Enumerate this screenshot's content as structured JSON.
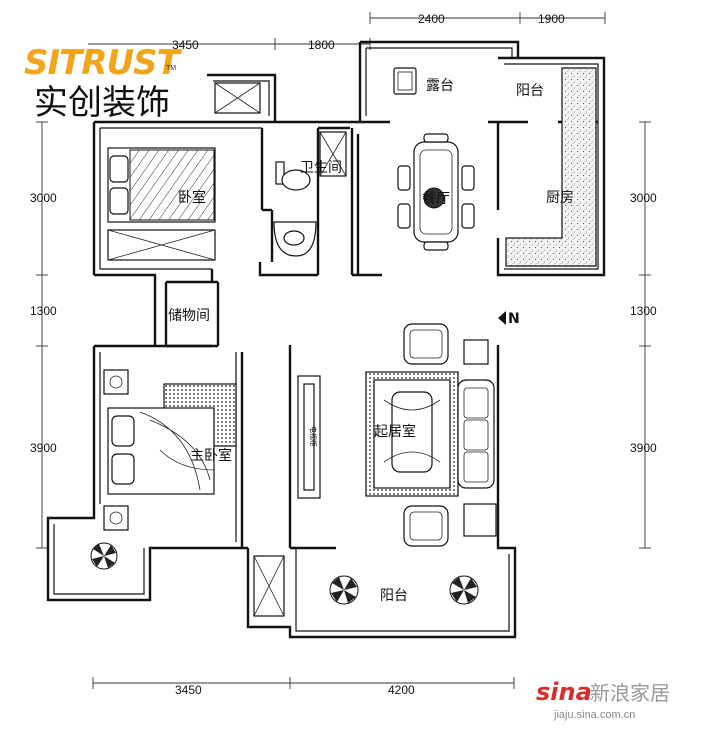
{
  "brand": {
    "name_en": "SITRUST",
    "trademark": "TM",
    "name_cn": "实创装饰"
  },
  "watermark": {
    "brand": "sina",
    "name_cn": "新浪家居",
    "url": "jiaju.sina.com.cn"
  },
  "rooms": {
    "terrace": "露台",
    "balcony_ne": "阳台",
    "bathroom": "卫生间",
    "bedroom": "卧室",
    "dining": "餐厅",
    "kitchen": "厨房",
    "storage": "储物间",
    "master_bedroom": "主卧室",
    "living_room": "起居室",
    "balcony_south": "阳台"
  },
  "labels": {
    "tv_cabinet": "电视柜"
  },
  "dimensions": {
    "top_upper": [
      "2400",
      "1900"
    ],
    "top_lower": [
      "3450",
      "1800"
    ],
    "left": [
      "3000",
      "1300",
      "3900"
    ],
    "right": [
      "3000",
      "1300",
      "3900"
    ],
    "bottom": [
      "3450",
      "4200"
    ]
  },
  "north_arrow": {
    "letter": "N"
  },
  "colors": {
    "brand_orange": "#f2a51a",
    "sina_red": "#d42e2e",
    "wall": "#111111"
  }
}
